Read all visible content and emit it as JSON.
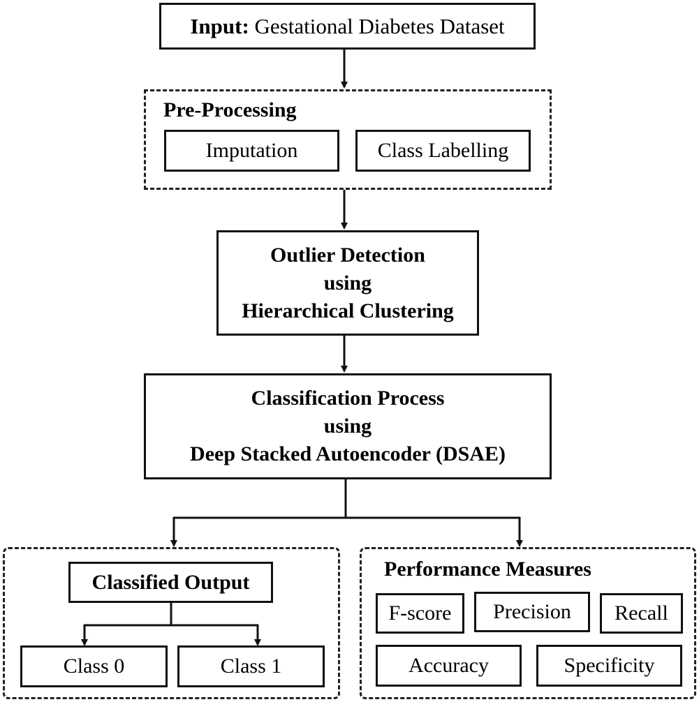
{
  "input": {
    "label": "Input:",
    "value": "Gestational Diabetes Dataset"
  },
  "preprocessing": {
    "title": "Pre-Processing",
    "steps": [
      "Imputation",
      "Class Labelling"
    ]
  },
  "outlier": {
    "lines": [
      "Outlier Detection",
      "using",
      "Hierarchical Clustering"
    ]
  },
  "classification": {
    "lines": [
      "Classification Process",
      "using",
      "Deep Stacked Autoencoder (DSAE)"
    ]
  },
  "output": {
    "title": "Classified Output",
    "classes": [
      "Class 0",
      "Class 1"
    ]
  },
  "performance": {
    "title": "Performance Measures",
    "measures": [
      "F-score",
      "Precision",
      "Recall",
      "Accuracy",
      "Specificity"
    ]
  }
}
